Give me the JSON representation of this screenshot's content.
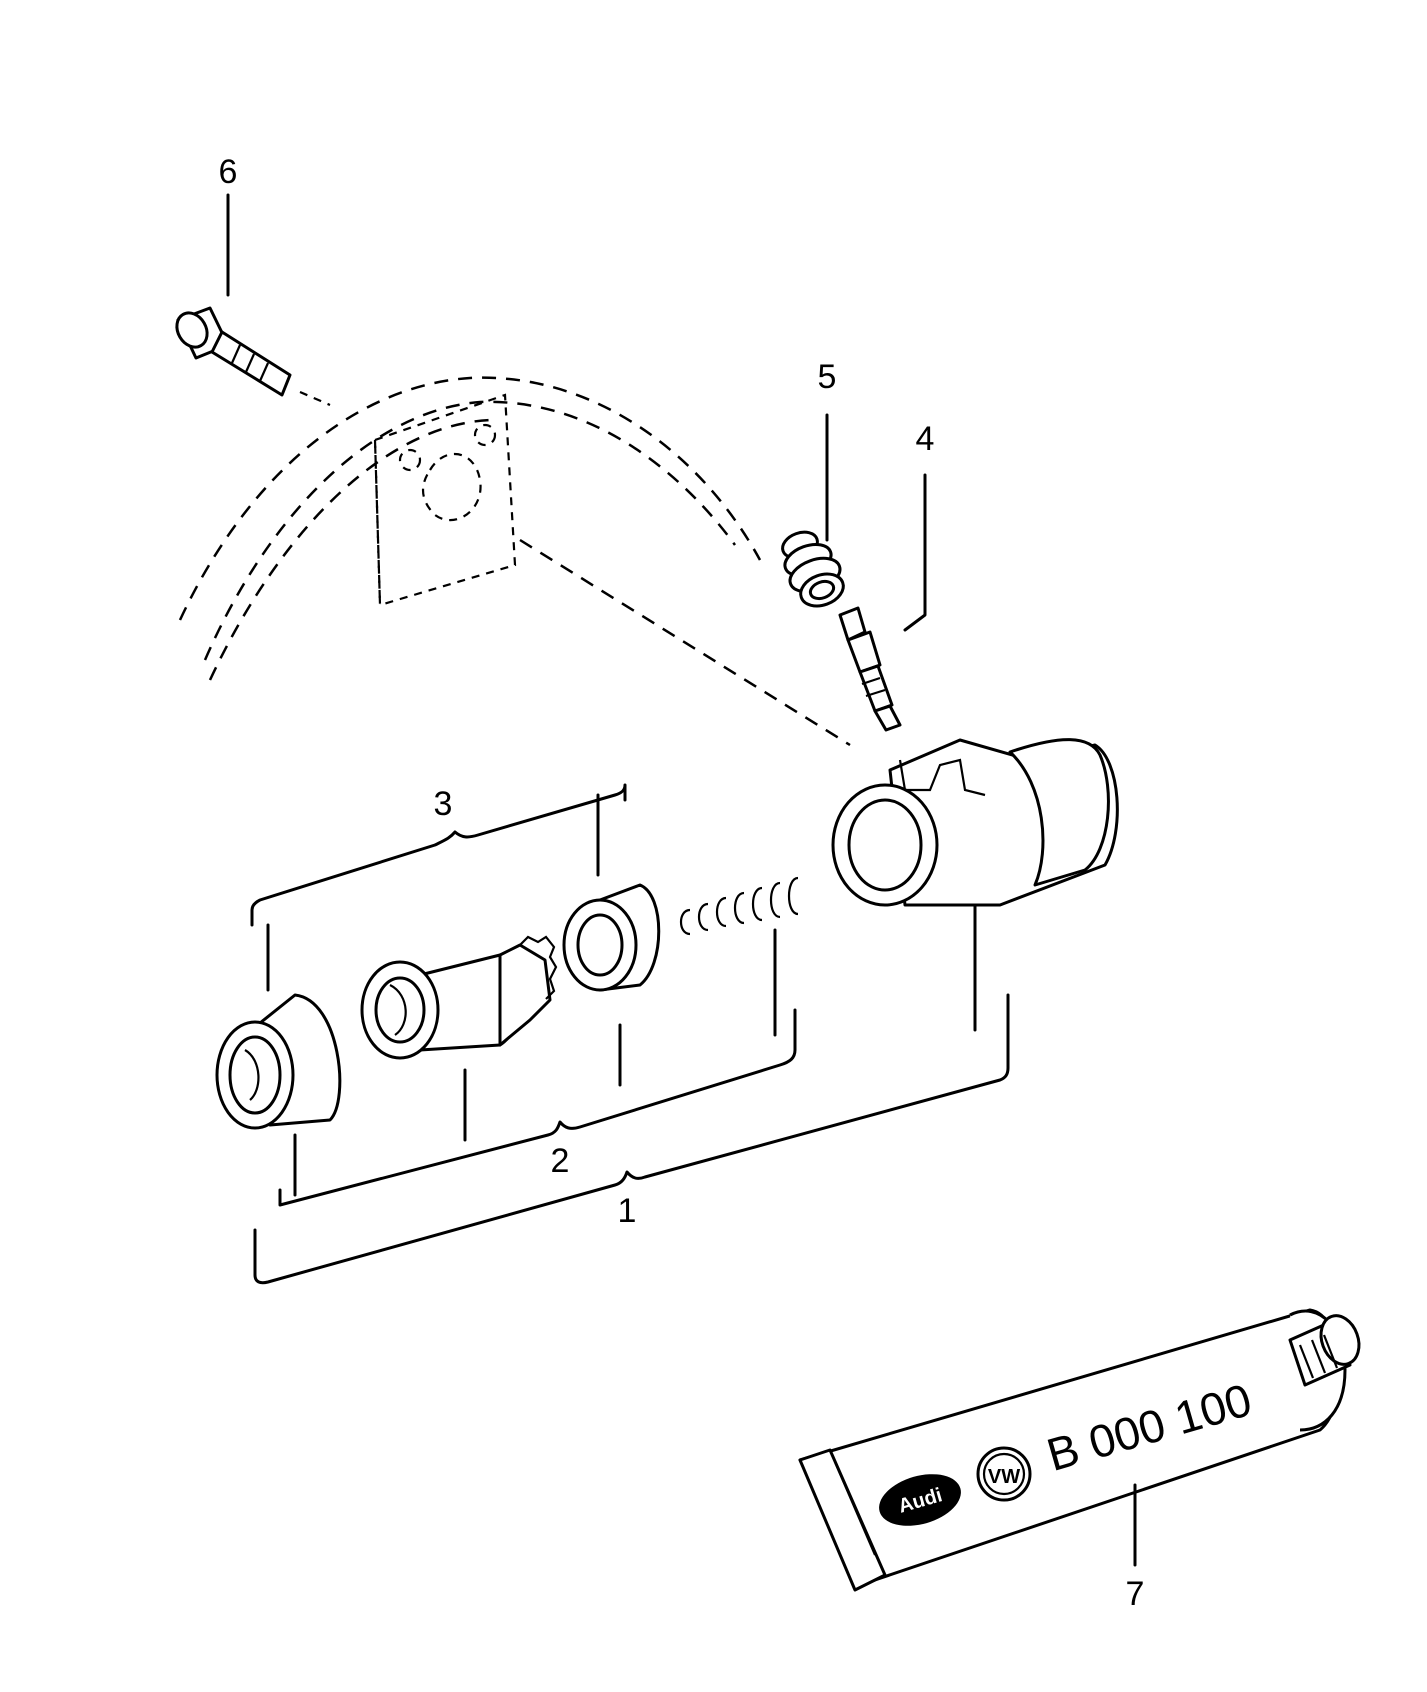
{
  "callouts": {
    "c1": "1",
    "c2": "2",
    "c3": "3",
    "c4": "4",
    "c5": "5",
    "c6": "6",
    "c7": "7"
  },
  "tube": {
    "brand_left": "Audi",
    "brand_right": "VW",
    "part_number": "B 000 100"
  }
}
